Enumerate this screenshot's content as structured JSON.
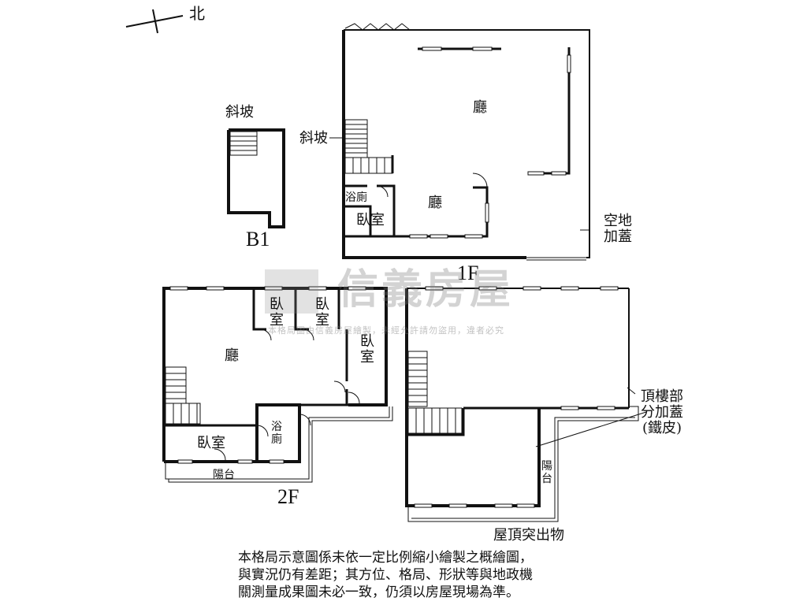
{
  "compass": {
    "north_label": "北"
  },
  "floors": {
    "b1": "B1",
    "f1": "1F",
    "f2": "2F"
  },
  "labels": {
    "ramp_b1": "斜坡",
    "ramp_1f": "斜坡",
    "hall_1f_main": "廳",
    "hall_1f_small": "廳",
    "bath_1f": "浴廁",
    "bedroom_1f": "臥室",
    "yard_addon": "空地加蓋",
    "hall_2f": "廳",
    "bedroom_2f_a": "臥室",
    "bedroom_2f_b": "臥室",
    "bedroom_2f_c": "臥室",
    "bedroom_2f_d": "臥室",
    "bath_2f": "浴廁",
    "balcony_2f": "陽台",
    "rooftop_addon": "頂樓部分加蓋(鐵皮)",
    "balcony_roof": "陽台",
    "roof_protrusion": "屋頂突出物"
  },
  "watermark": {
    "brand": "信義房屋",
    "notice": "本格局圖由信義房屋繪製，未經允許請勿盜用，違者必究"
  },
  "disclaimer": {
    "lines": [
      "本格局示意圖係未依一定比例縮小繪製之概繪圖，",
      "與實況仍有差距；其方位、格局、形狀等與地政機",
      "關測量成果圖未必一致，仍須以房屋現場為準。"
    ]
  },
  "colors": {
    "wall": "#111111",
    "watermark": "#8a8a8a",
    "background": "#ffffff"
  }
}
